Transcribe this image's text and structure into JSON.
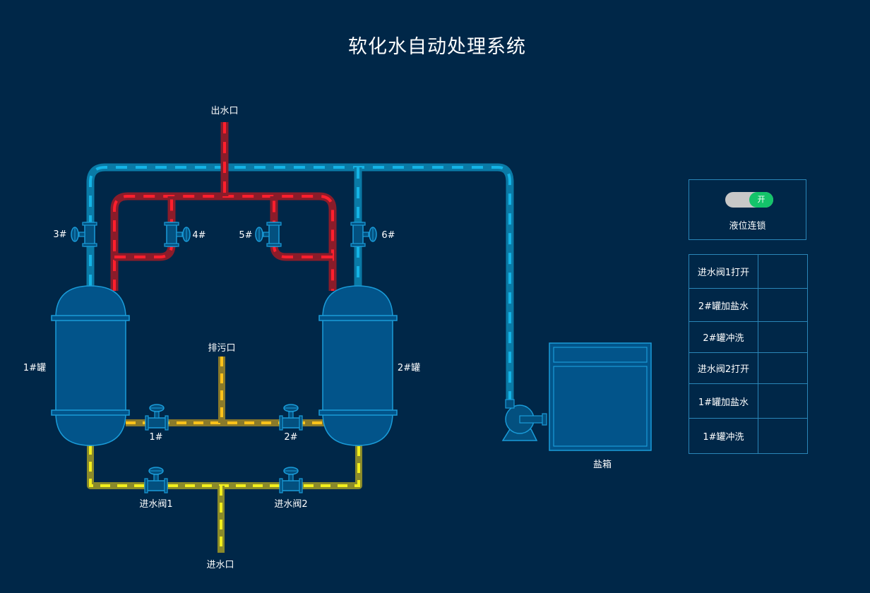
{
  "title": "软化水自动处理系统",
  "labels": {
    "outlet": "出水口",
    "drain": "排污口",
    "inlet": "进水口",
    "tank1": "1#罐",
    "tank2": "2#罐",
    "salt_box": "盐箱",
    "valve_1": "1#",
    "valve_2": "2#",
    "valve_3": "3#",
    "valve_4": "4#",
    "valve_5": "5#",
    "valve_6": "6#",
    "inlet_valve_1": "进水阀1",
    "inlet_valve_2": "进水阀2"
  },
  "level_interlock": {
    "label": "液位连锁",
    "toggle_text": "开",
    "on": true
  },
  "status_rows": [
    {
      "name": "进水阀1打开",
      "value": ""
    },
    {
      "name": "2#罐加盐水",
      "value": ""
    },
    {
      "name": "2#罐冲洗",
      "value": ""
    },
    {
      "name": "进水阀2打开",
      "value": ""
    },
    {
      "name": "1#罐加盐水",
      "value": ""
    },
    {
      "name": "1#罐冲洗",
      "value": ""
    }
  ],
  "colors": {
    "background": "#002748",
    "blue_pipe": "#0a7aa6",
    "blue_flow": "#14b4e6",
    "red_pipe": "#8a1c2a",
    "red_flow": "#ff1f2d",
    "yellow_pipe": "#8a8a2a",
    "yellow_flow": "#f2ef1c",
    "orange_flow": "#ffc21a",
    "tank_fill": "#02548a",
    "tank_stroke": "#1a9bd8",
    "toggle_on": "#14c46a"
  }
}
